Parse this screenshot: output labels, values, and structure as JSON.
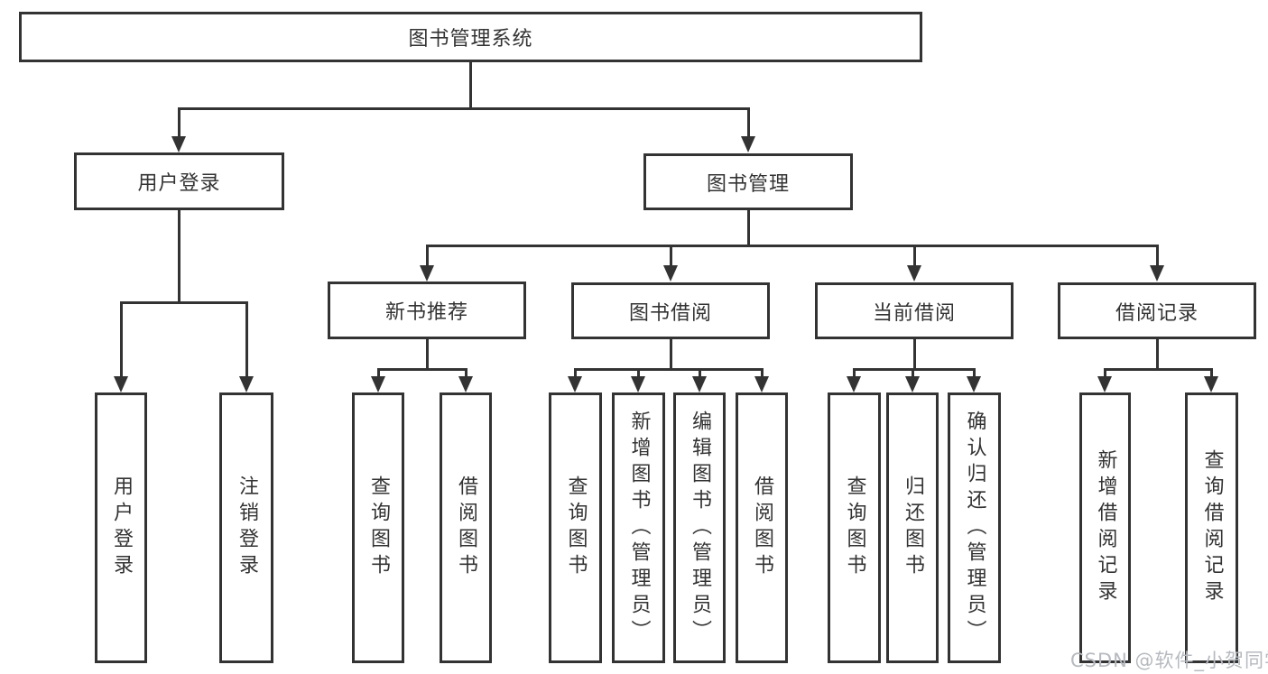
{
  "diagram": {
    "type": "hierarchy-tree",
    "tree": {
      "label": "图书管理系统",
      "children": [
        {
          "label": "用户登录",
          "children": [
            {
              "label": "用户登录"
            },
            {
              "label": "注销登录"
            }
          ]
        },
        {
          "label": "图书管理",
          "children": [
            {
              "label": "新书推荐",
              "children": [
                {
                  "label": "查询图书"
                },
                {
                  "label": "借阅图书"
                }
              ]
            },
            {
              "label": "图书借阅",
              "children": [
                {
                  "label": "查询图书"
                },
                {
                  "label": "新增图书（管理员）"
                },
                {
                  "label": "编辑图书（管理员）"
                },
                {
                  "label": "借阅图书"
                }
              ]
            },
            {
              "label": "当前借阅",
              "children": [
                {
                  "label": "查询图书"
                },
                {
                  "label": "归还图书"
                },
                {
                  "label": "确认归还（管理员）"
                }
              ]
            },
            {
              "label": "借阅记录",
              "children": [
                {
                  "label": "新增借阅记录"
                },
                {
                  "label": "查询借阅记录"
                }
              ]
            }
          ]
        }
      ]
    }
  },
  "watermark": {
    "text": "CSDN @软件_小贺同学",
    "color": "#b6babf"
  },
  "colors": {
    "line": "#333333",
    "text": "#333333",
    "background": "#ffffff"
  }
}
